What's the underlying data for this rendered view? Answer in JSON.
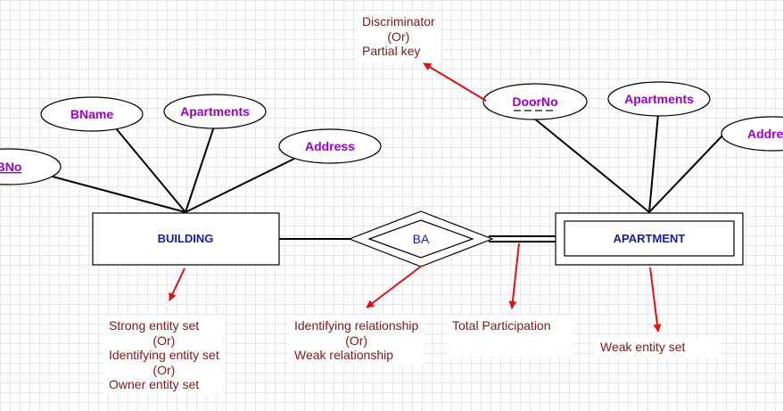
{
  "entities": {
    "building": "BUILDING",
    "apartment": "APARTMENT"
  },
  "relationship": {
    "label": "BA"
  },
  "building_attributes": {
    "bno": "BNo",
    "bname": "BName",
    "apartments": "Apartments",
    "address": "Address"
  },
  "apartment_attributes": {
    "doorno": "DoorNo",
    "apartments": "Apartments",
    "address": "Address"
  },
  "annotations": {
    "discriminator": [
      "Discriminator",
      "(Or)",
      "Partial key"
    ],
    "strong_entity": [
      "Strong entity set",
      "(Or)",
      "Identifying entity set",
      "(Or)",
      "Owner entity set"
    ],
    "identifying_relationship": [
      "Identifying relationship",
      "(Or)",
      "Weak relationship"
    ],
    "total_participation": "Total Participation",
    "weak_entity": "Weak entity set"
  },
  "colors": {
    "attribute_text": "#9900cc",
    "entity_text": "#1a1aa6",
    "annotation_text": "#7a1a1a",
    "arrow": "#e01010"
  }
}
